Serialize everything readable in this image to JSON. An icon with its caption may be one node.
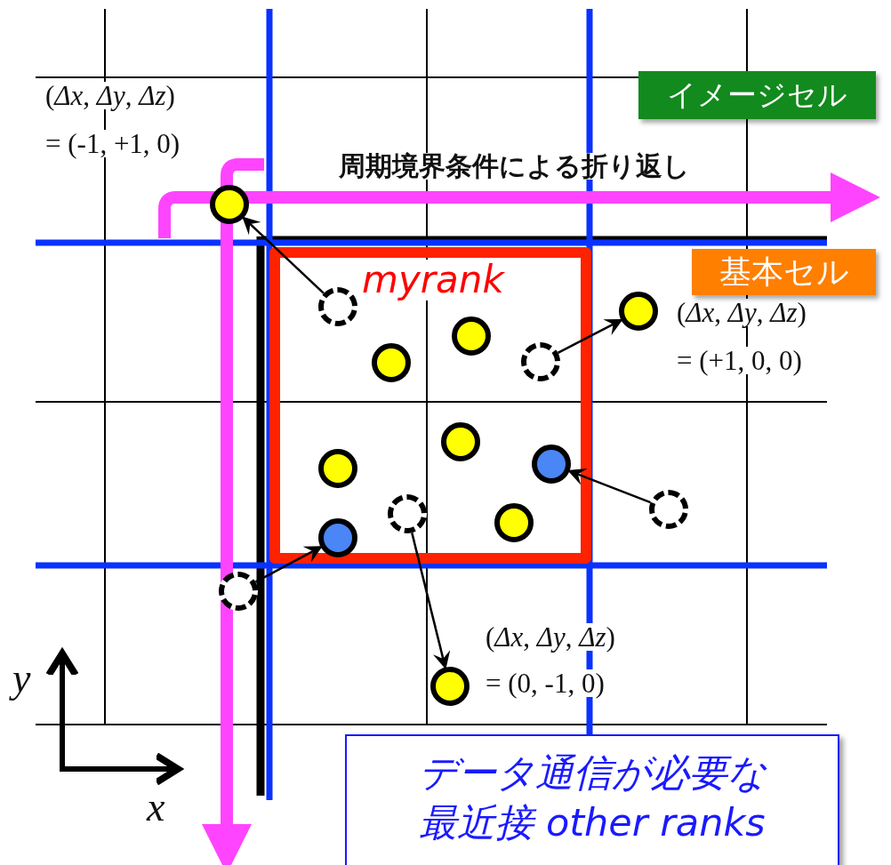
{
  "diagram": {
    "nodes": [
      {
        "text": [
          "イメージセル"
        ]
      },
      {
        "text": [],
        "shape": "circle"
      },
      {
        "text": [
          "myrank"
        ]
      },
      {
        "text": [
          "基本セル"
        ]
      },
      {
        "text": [],
        "shape": "circle"
      },
      {
        "text": [],
        "shape": "circle",
        "in": 2
      },
      {
        "text": [],
        "shape": "circle",
        "in": 2
      },
      {
        "text": [],
        "shape": "circle",
        "in": 2
      },
      {
        "text": [],
        "shape": "circle",
        "in": 2
      },
      {
        "text": [],
        "shape": "circle",
        "in": 2
      },
      {
        "text": [],
        "shape": "circle",
        "in": 2
      },
      {
        "text": [],
        "shape": "circle",
        "in": 2
      },
      {
        "text": [],
        "shape": "circle"
      },
      {
        "text": [],
        "shape": "circle",
        "in": 2
      },
      {
        "text": [],
        "shape": "circle",
        "in": 2
      },
      {
        "text": [],
        "shape": "circle",
        "in": 2
      },
      {
        "text": [],
        "shape": "circle"
      },
      {
        "text": [],
        "shape": "circle"
      },
      {
        "text": [
          "データ通信が必要な最近接 other ranks"
        ]
      }
    ],
    "edges": [
      {
        "from": 5,
        "to": 1,
        "arrow": "to"
      },
      {
        "from": 8,
        "to": 4,
        "arrow": "to"
      },
      {
        "from": 12,
        "to": 10,
        "arrow": "to"
      },
      {
        "from": 16,
        "to": 15,
        "arrow": "to"
      },
      {
        "from": 13,
        "to": 17,
        "arrow": "to"
      }
    ],
    "labels": [
      "(*Δx*, *Δy*, *Δz*)",
      "= (-1, +1, 0)",
      "周期境界条件による折り返し",
      "(*Δx*, *Δy*, *Δz*)",
      "= (+1, 0, 0)",
      "(*Δx*, *Δy*, *Δz*)",
      "= (0, -1, 0)",
      "y",
      "x"
    ]
  }
}
